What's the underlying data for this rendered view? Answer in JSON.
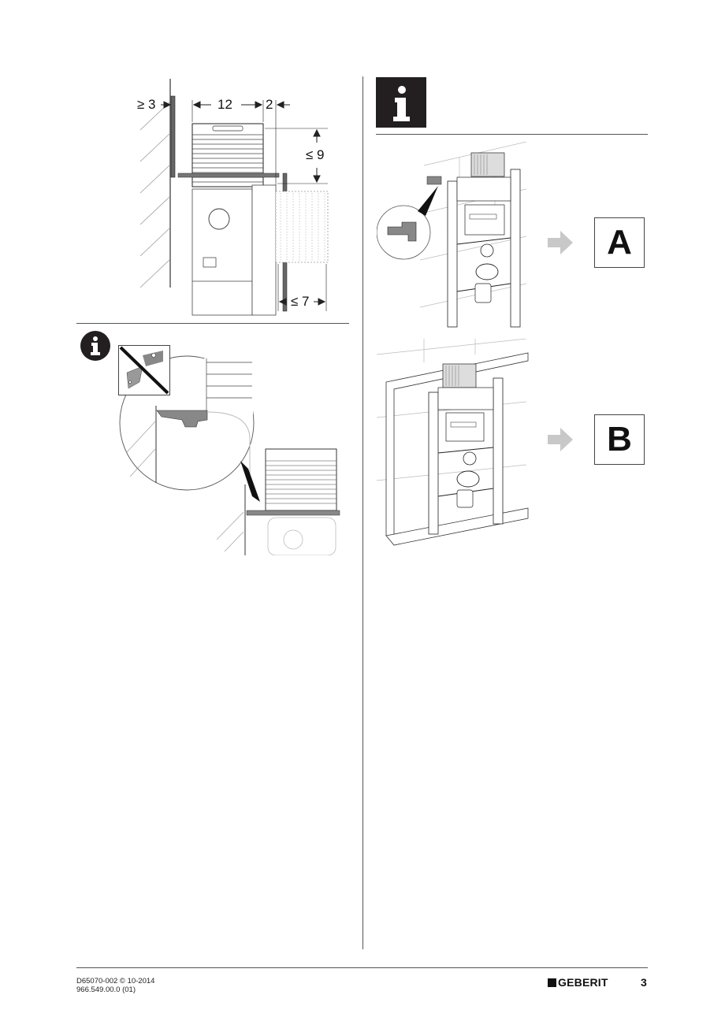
{
  "page": {
    "background": "#ffffff",
    "line_color": "#555555",
    "page_number": "3"
  },
  "left_column": {
    "figure_dimensions": {
      "dims": [
        {
          "id": "wall_gap",
          "label": "≥ 3"
        },
        {
          "id": "box_depth",
          "label": "12"
        },
        {
          "id": "front_gap",
          "label": "2"
        },
        {
          "id": "top_height",
          "label": "≤ 9"
        },
        {
          "id": "panel_thickness",
          "label": "≤ 7"
        }
      ]
    },
    "figure_cut_warning": {
      "info_icon": "info-circle-icon",
      "prohibition_icon": "no-cutting-knife-icon",
      "description": "Do not cut the support bracket"
    }
  },
  "right_column": {
    "info_icon": "info-square-icon",
    "options": [
      {
        "label": "A",
        "arrow_color": "#c8c8c8",
        "figure": "frame-installation-wall-bracket"
      },
      {
        "label": "B",
        "arrow_color": "#c8c8c8",
        "figure": "frame-installation-drywall-frame"
      }
    ]
  },
  "footer": {
    "doc_code": "D65070-002 © 10-2014",
    "article_no": "966.549.00.0 (01)",
    "brand": "GEBERIT",
    "page_number": "3"
  }
}
